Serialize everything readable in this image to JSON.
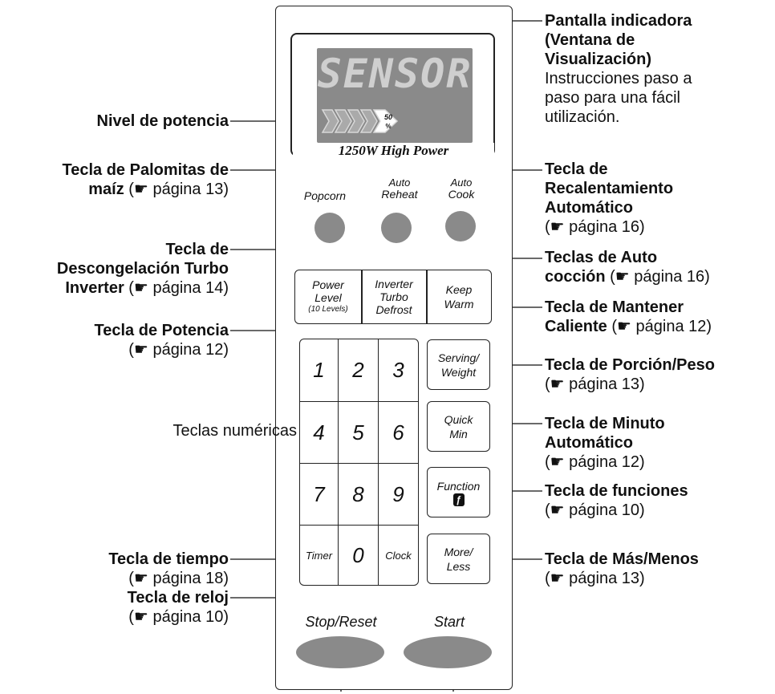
{
  "display": {
    "lcd_text": "SENSOR",
    "power_percent": "50",
    "power_percent_unit": "%",
    "power_tag": "1250W High Power"
  },
  "buttons": {
    "popcorn": "Popcorn",
    "auto_reheat": [
      "Auto",
      "Reheat"
    ],
    "auto_cook": [
      "Auto",
      "Cook"
    ],
    "power_level": [
      "Power",
      "Level",
      "(10 Levels)"
    ],
    "turbo_defrost": [
      "Inverter",
      "Turbo",
      "Defrost"
    ],
    "keep_warm": [
      "Keep",
      "Warm"
    ],
    "serving_weight": [
      "Serving/",
      "Weight"
    ],
    "quick_min": [
      "Quick",
      "Min"
    ],
    "function": "Function",
    "more_less": [
      "More/",
      "Less"
    ],
    "timer": "Timer",
    "clock": "Clock",
    "stop_reset": "Stop/Reset",
    "start": "Start",
    "digits": [
      "1",
      "2",
      "3",
      "4",
      "5",
      "6",
      "7",
      "8",
      "9",
      "0"
    ]
  },
  "annotations": {
    "pantalla": {
      "title": [
        "Pantalla indicadora",
        "(Ventana de",
        "Visualización)"
      ],
      "desc": [
        "Instrucciones paso a",
        "paso para una fácil",
        "utilización."
      ]
    },
    "nivel": "Nivel de potencia",
    "palomitas": {
      "title": [
        "Tecla de Palomitas de",
        "maíz"
      ],
      "ref": "página 13"
    },
    "recalentamiento": {
      "title": [
        "Tecla de",
        "Recalentamiento",
        "Automático"
      ],
      "ref": "página 16"
    },
    "descongelacion": {
      "title": [
        "Tecla de",
        "Descongelación Turbo",
        "Inverter"
      ],
      "ref": "página 14"
    },
    "auto_coccion": {
      "title": [
        "Teclas de Auto",
        "cocción"
      ],
      "ref": "página 16"
    },
    "potencia": {
      "title": "Tecla de Potencia",
      "ref": "página 12"
    },
    "mantener": {
      "title": [
        "Tecla de Mantener",
        "Caliente"
      ],
      "ref": "página 12"
    },
    "porcion": {
      "title": "Tecla de Porción/Peso",
      "ref": "página 13"
    },
    "numericas": "Teclas numéricas",
    "minuto": {
      "title": [
        "Tecla de Minuto",
        "Automático"
      ],
      "ref": "página 12"
    },
    "funciones": {
      "title": "Tecla de funciones",
      "ref": "página 10"
    },
    "tiempo": {
      "title": "Tecla de tiempo",
      "ref": "página 18"
    },
    "mas_menos": {
      "title": "Tecla de Más/Menos",
      "ref": "página 13"
    },
    "reloj": {
      "title": "Tecla de reloj",
      "ref": "página 10"
    }
  },
  "icons": {
    "pointer": "pointing-hand-icon",
    "power_bar": "chevron-bar-icon"
  }
}
